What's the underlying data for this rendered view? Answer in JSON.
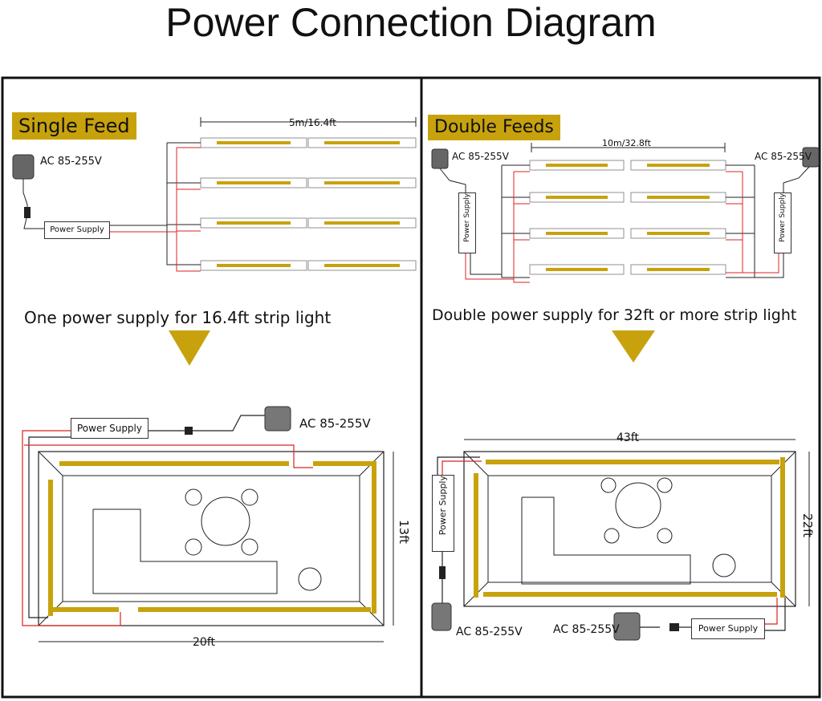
{
  "title": "Power Connection Diagram",
  "colors": {
    "strip": "#c8a20d",
    "arrow": "#c8a20d",
    "wire_red": "#d22",
    "wire_black": "#222"
  },
  "left": {
    "tag": "Single Feed",
    "length_label": "5m/16.4ft",
    "ac_label": "AC 85-255V",
    "ps_label": "Power Supply",
    "caption": "One power supply for 16.4ft strip light",
    "room": {
      "ac_label": "AC 85-255V",
      "ps_label": "Power Supply",
      "width_label": "20ft",
      "height_label": "13ft"
    }
  },
  "right": {
    "tag": "Double Feeds",
    "length_label": "10m/32.8ft",
    "ac_left": "AC 85-255V",
    "ac_right": "AC 85-255V",
    "ps_left": "Power Supply",
    "ps_right": "Power Supply",
    "caption": "Double power supply for 32ft or more strip light",
    "room": {
      "width_label": "43ft",
      "height_label": "22ft",
      "ps_left": "Power Supply",
      "ac_left": "AC 85-255V",
      "ac_bottom": "AC 85-255V",
      "ps_bottom": "Power Supply"
    }
  }
}
